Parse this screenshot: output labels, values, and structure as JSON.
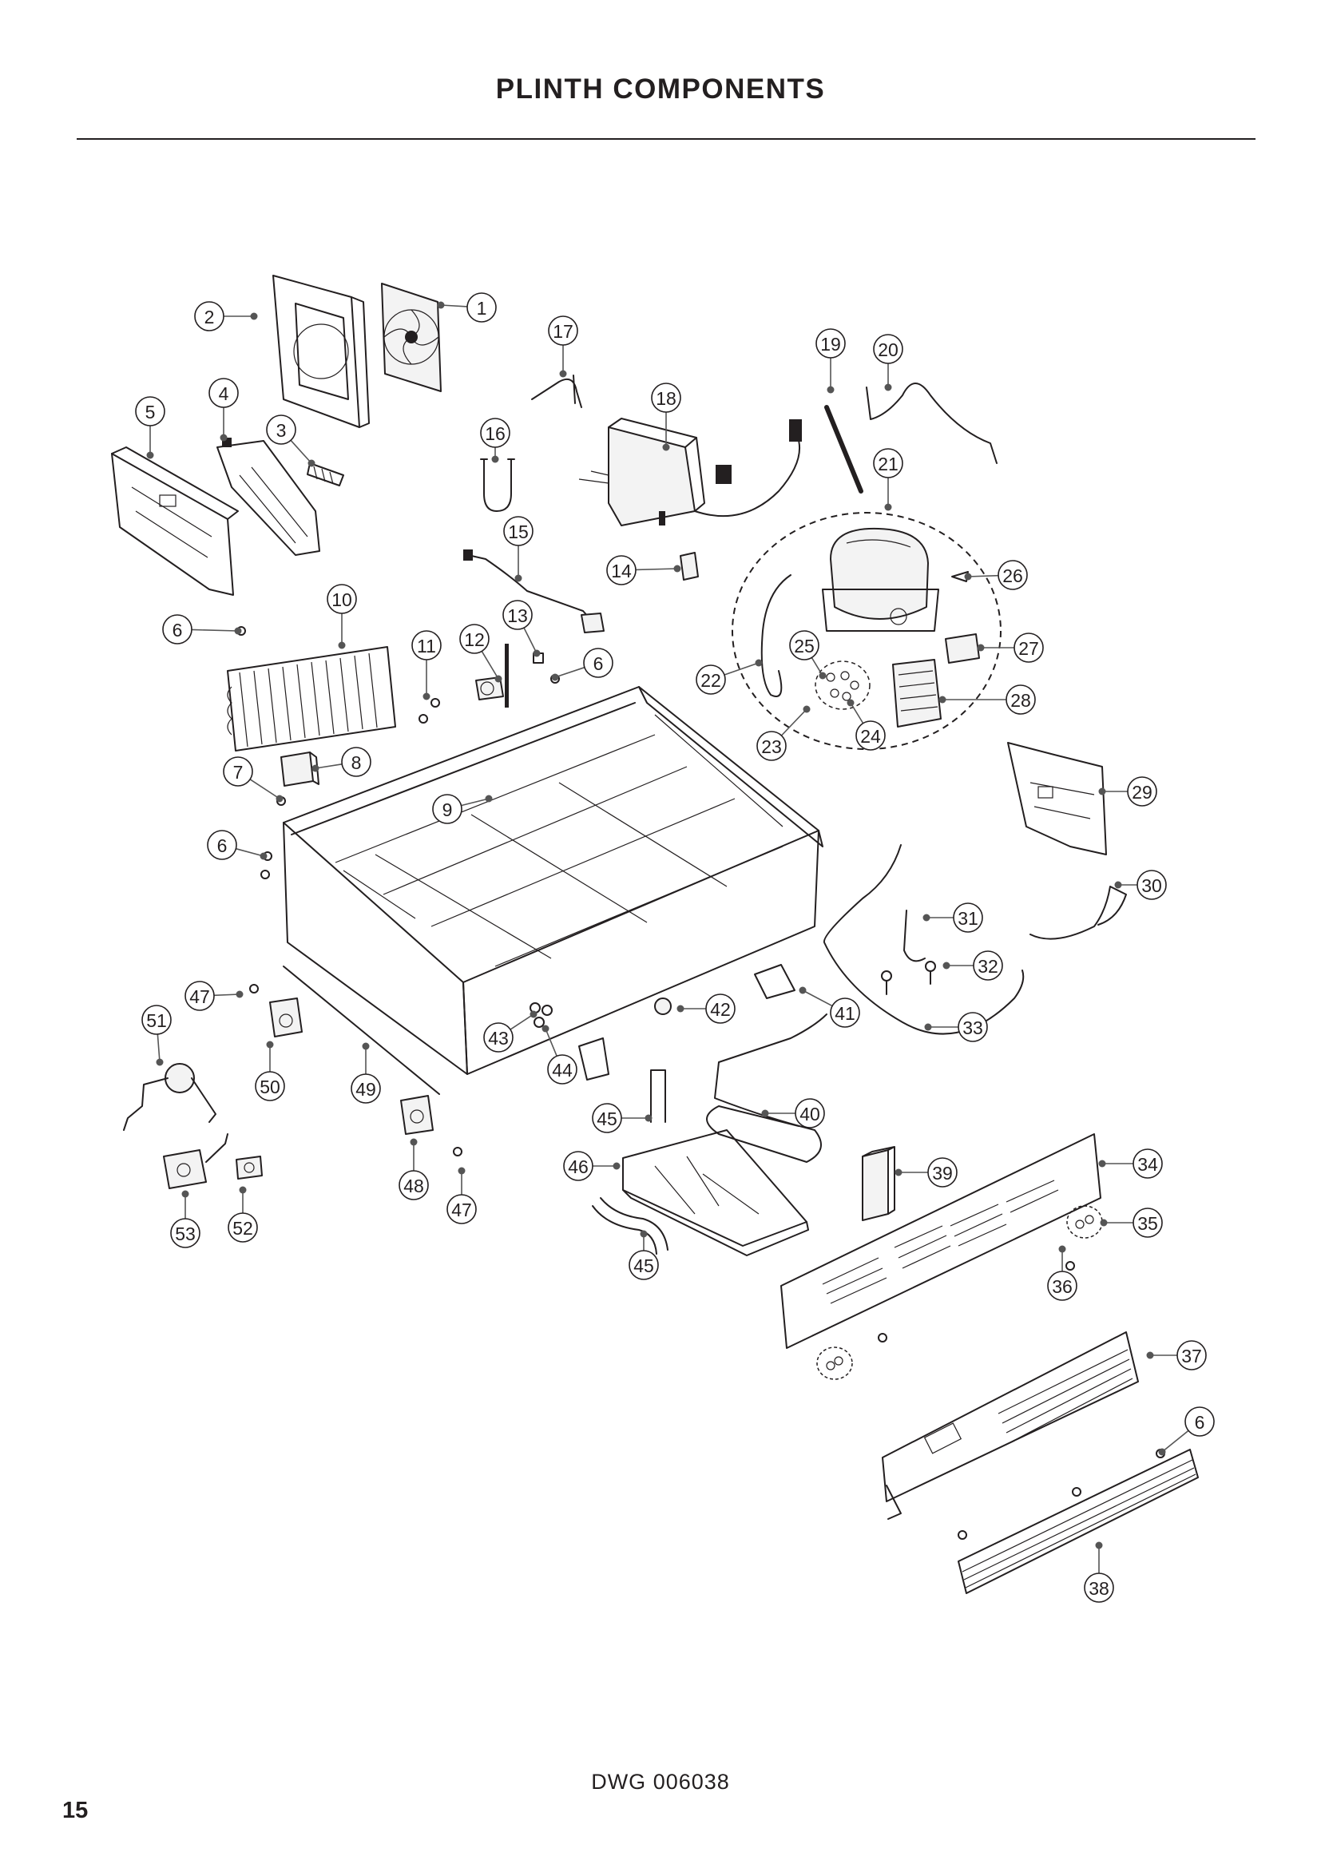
{
  "page": {
    "title": "PLINTH COMPONENTS",
    "drawing_number": "DWG 006038",
    "page_number": "15"
  },
  "callouts": [
    {
      "id": "c1",
      "label": "1"
    },
    {
      "id": "c2",
      "label": "2"
    },
    {
      "id": "c3",
      "label": "3"
    },
    {
      "id": "c4",
      "label": "4"
    },
    {
      "id": "c5",
      "label": "5"
    },
    {
      "id": "c6a",
      "label": "6"
    },
    {
      "id": "c6b",
      "label": "6"
    },
    {
      "id": "c6c",
      "label": "6"
    },
    {
      "id": "c6d",
      "label": "6"
    },
    {
      "id": "c7",
      "label": "7"
    },
    {
      "id": "c8",
      "label": "8"
    },
    {
      "id": "c9",
      "label": "9"
    },
    {
      "id": "c10",
      "label": "10"
    },
    {
      "id": "c11",
      "label": "11"
    },
    {
      "id": "c12",
      "label": "12"
    },
    {
      "id": "c13",
      "label": "13"
    },
    {
      "id": "c14",
      "label": "14"
    },
    {
      "id": "c15",
      "label": "15"
    },
    {
      "id": "c16",
      "label": "16"
    },
    {
      "id": "c17",
      "label": "17"
    },
    {
      "id": "c18",
      "label": "18"
    },
    {
      "id": "c19",
      "label": "19"
    },
    {
      "id": "c20",
      "label": "20"
    },
    {
      "id": "c21",
      "label": "21"
    },
    {
      "id": "c22",
      "label": "22"
    },
    {
      "id": "c23",
      "label": "23"
    },
    {
      "id": "c24",
      "label": "24"
    },
    {
      "id": "c25",
      "label": "25"
    },
    {
      "id": "c26",
      "label": "26"
    },
    {
      "id": "c27",
      "label": "27"
    },
    {
      "id": "c28",
      "label": "28"
    },
    {
      "id": "c29",
      "label": "29"
    },
    {
      "id": "c30",
      "label": "30"
    },
    {
      "id": "c31",
      "label": "31"
    },
    {
      "id": "c32",
      "label": "32"
    },
    {
      "id": "c33",
      "label": "33"
    },
    {
      "id": "c34",
      "label": "34"
    },
    {
      "id": "c35",
      "label": "35"
    },
    {
      "id": "c36",
      "label": "36"
    },
    {
      "id": "c37",
      "label": "37"
    },
    {
      "id": "c38",
      "label": "38"
    },
    {
      "id": "c39",
      "label": "39"
    },
    {
      "id": "c40",
      "label": "40"
    },
    {
      "id": "c41",
      "label": "41"
    },
    {
      "id": "c42",
      "label": "42"
    },
    {
      "id": "c43",
      "label": "43"
    },
    {
      "id": "c44",
      "label": "44"
    },
    {
      "id": "c45a",
      "label": "45"
    },
    {
      "id": "c45b",
      "label": "45"
    },
    {
      "id": "c46",
      "label": "46"
    },
    {
      "id": "c47a",
      "label": "47"
    },
    {
      "id": "c47b",
      "label": "47"
    },
    {
      "id": "c48",
      "label": "48"
    },
    {
      "id": "c49",
      "label": "49"
    },
    {
      "id": "c50",
      "label": "50"
    },
    {
      "id": "c51",
      "label": "51"
    },
    {
      "id": "c52",
      "label": "52"
    },
    {
      "id": "c53",
      "label": "53"
    }
  ]
}
